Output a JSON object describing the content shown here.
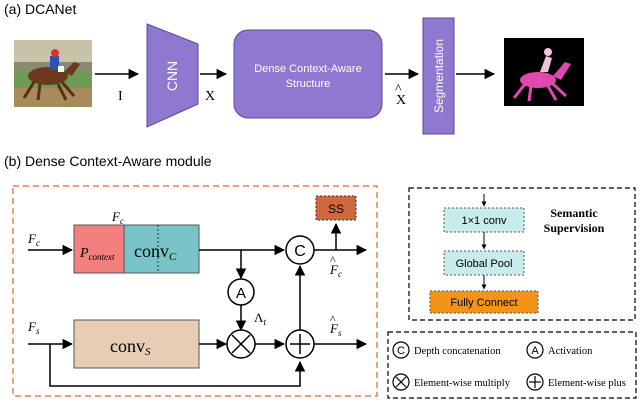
{
  "colors": {
    "purple": "#8f78cf",
    "purple_dark": "#5a4a9a",
    "orange_dash": "#e8804f",
    "pink": "#f37f7f",
    "teal": "#78c4c8",
    "tan": "#e7cdb3",
    "ss_fill": "#d0683f",
    "cyan_fill": "#c8ecec",
    "fc_fill": "#f39418",
    "black": "#000000",
    "mask": "#e048b0"
  },
  "top": {
    "title": "(a) DCANet",
    "input_label": "I",
    "cnn_label": "CNN",
    "x_label": "X",
    "dense_label_1": "Dense Context-Aware",
    "dense_label_2": "Structure",
    "xhat_label": "X",
    "xhat_hat": "^",
    "seg_label": "Segmentation",
    "input_image_icon": "horse-racing-photo",
    "output_image_icon": "segmentation-mask-output"
  },
  "bottom": {
    "title": "(b) Dense Context-Aware module",
    "fc_sub_top": "F",
    "fc_sub_top_sub": "c",
    "fc_in": "F",
    "fc_in_sub": "c",
    "fs_in": "F",
    "fs_in_sub": "s",
    "pcontext": "P",
    "pcontext_sub": "context",
    "convc": "conv",
    "convc_sub": "C",
    "convs": "conv",
    "convs_sub": "S",
    "ss": "SS",
    "concat_symbol": "C",
    "activation_symbol": "A",
    "lambda": "Λ",
    "lambda_sub": "t",
    "fc_out": "F",
    "fc_out_sub": "c",
    "fs_out": "F",
    "fs_out_sub": "s",
    "hat": "^"
  },
  "supervision": {
    "title_1": "Semantic",
    "title_2": "Supervision",
    "conv_label": "1×1 conv",
    "pool_label": "Global Pool",
    "fc_label": "Fully Connect"
  },
  "legend": {
    "concat_symbol": "C",
    "concat_label": "Depth concatenation",
    "activation_symbol": "A",
    "activation_label": "Activation",
    "multiply_label": "Element-wise multiply",
    "plus_label": "Element-wise plus"
  }
}
